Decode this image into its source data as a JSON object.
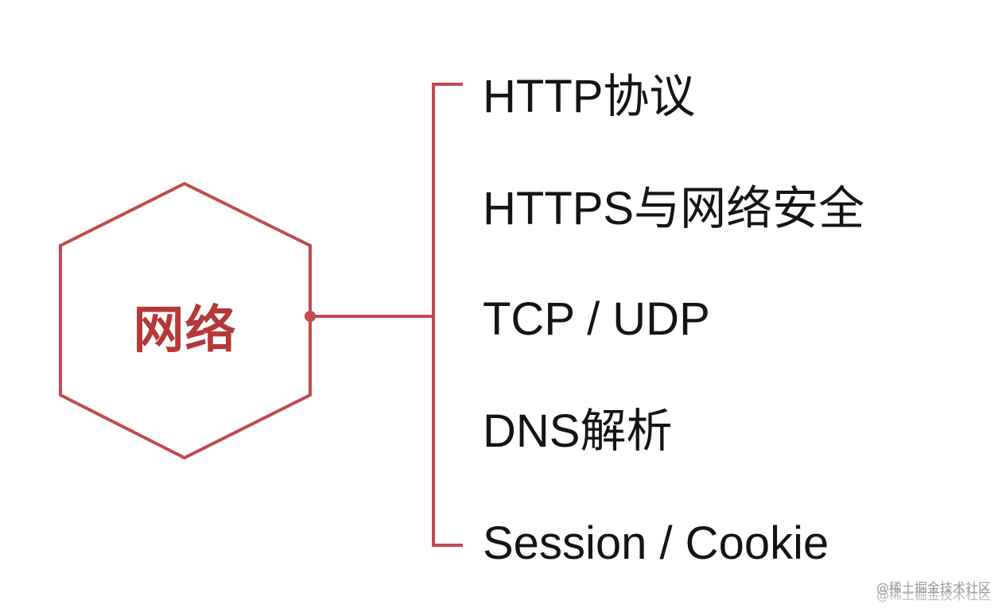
{
  "diagram": {
    "center_label": "网络",
    "branches": [
      "HTTP协议",
      "HTTPS与网络安全",
      "TCP / UDP",
      "DNS解析",
      "Session / Cookie"
    ]
  },
  "watermark": {
    "text": "@稀土掘金技术社区"
  },
  "colors": {
    "accent": "#c44a4f",
    "label": "#b5383a",
    "text": "#141414",
    "background": "#ffffff"
  }
}
